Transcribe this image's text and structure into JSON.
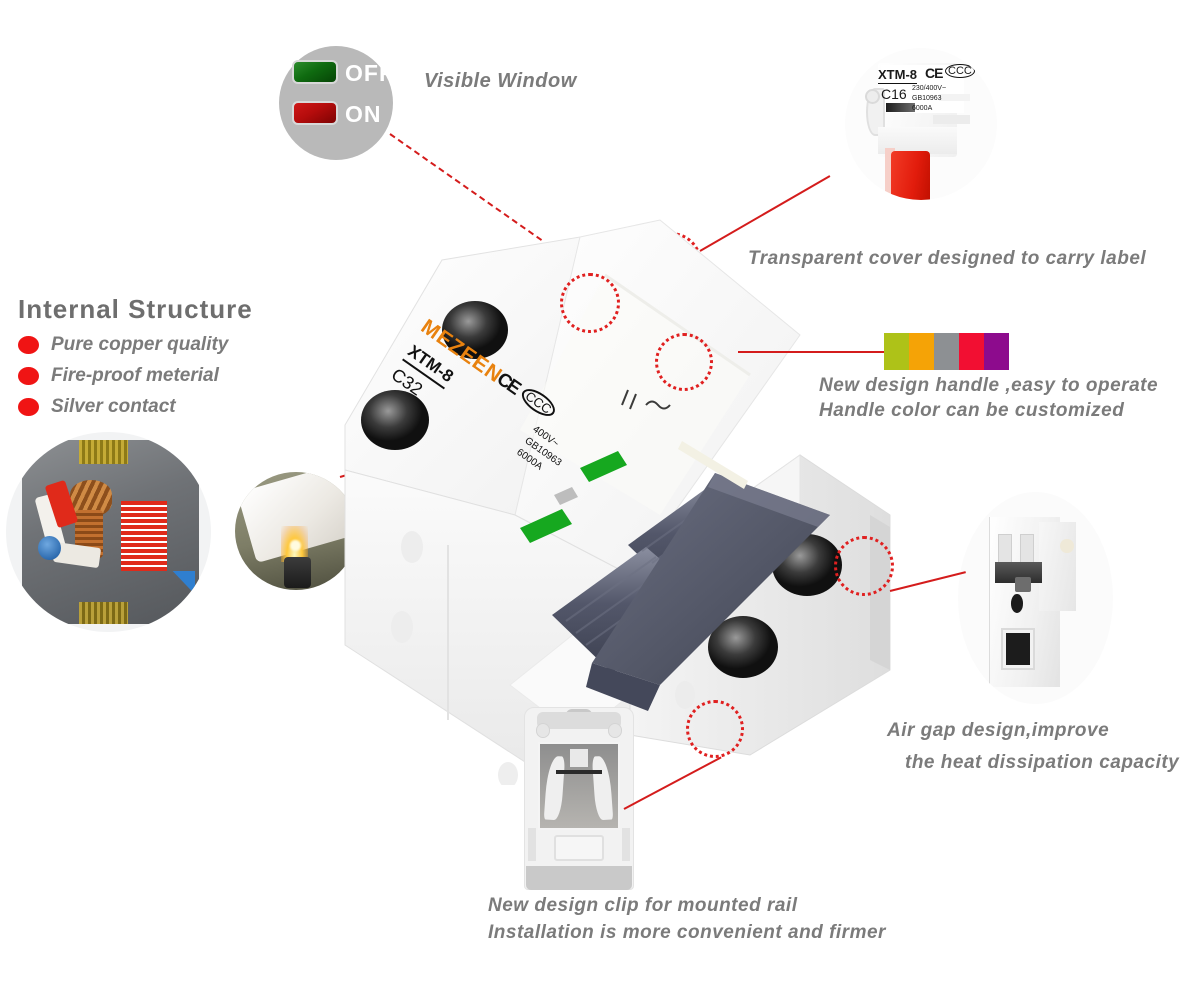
{
  "page": {
    "background": "#ffffff",
    "accent_red": "#d41c1c",
    "text_gray": "#7b7b7b"
  },
  "legend": {
    "name": "status-indicator-legend",
    "off_label": "OFF",
    "on_label": "ON",
    "off_color": "#0f6b10",
    "on_color": "#b50c0c",
    "disc_color": "#b9b9b9"
  },
  "callouts": {
    "visible_window": "Visible Window",
    "transparent_cover": "Transparent cover designed to carry label",
    "handle_line1": "New design handle ,easy to operate",
    "handle_line2": "Handle color can be customized",
    "air_gap_line1": "Air gap design,improve",
    "air_gap_line2": "the heat dissipation capacity",
    "rail_clip_line1": "New design clip for mounted rail",
    "rail_clip_line2": "Installation is more convenient and firmer"
  },
  "internal_structure": {
    "title": "Internal Structure",
    "items": [
      "Pure copper quality",
      "Fire-proof meterial",
      "Silver contact"
    ],
    "bullet_color": "#f01414"
  },
  "handle_colors": {
    "name": "handle-color-swatches",
    "swatches": [
      {
        "name": "yellow-green",
        "hex": "#aec218"
      },
      {
        "name": "orange",
        "hex": "#f5a306"
      },
      {
        "name": "gray",
        "hex": "#8d9093"
      },
      {
        "name": "red",
        "hex": "#f20f32"
      },
      {
        "name": "purple",
        "hex": "#8d0b8d"
      }
    ]
  },
  "product": {
    "brand": "MEZEEN",
    "brand_color": "#e8820f",
    "model": "XTM-8",
    "rating_main": "C32",
    "voltage_main": "400V~",
    "standard": "GB10963",
    "breaking_capacity": "6000A",
    "cert_ce": "CE",
    "cert_ccc": "CCC",
    "handle_color": "#565a6e",
    "body_color": "#ffffff",
    "indicator_color": "#16a81f"
  },
  "label_detail": {
    "name": "transparent-cover-detail",
    "model": "XTM-8",
    "rating": "C16",
    "voltage": "230/400V~",
    "standard": "GB10963",
    "breaking_capacity": "6000A",
    "cert_ce": "CE",
    "cert_ccc": "CCC",
    "handle_color": "#e21c0c"
  },
  "photos": {
    "internal_cutaway": "internal-cutaway-photo",
    "flame_test": "flame-test-photo",
    "air_gap": "air-gap-detail-photo",
    "rail_clip": "rail-clip-detail-photo"
  }
}
